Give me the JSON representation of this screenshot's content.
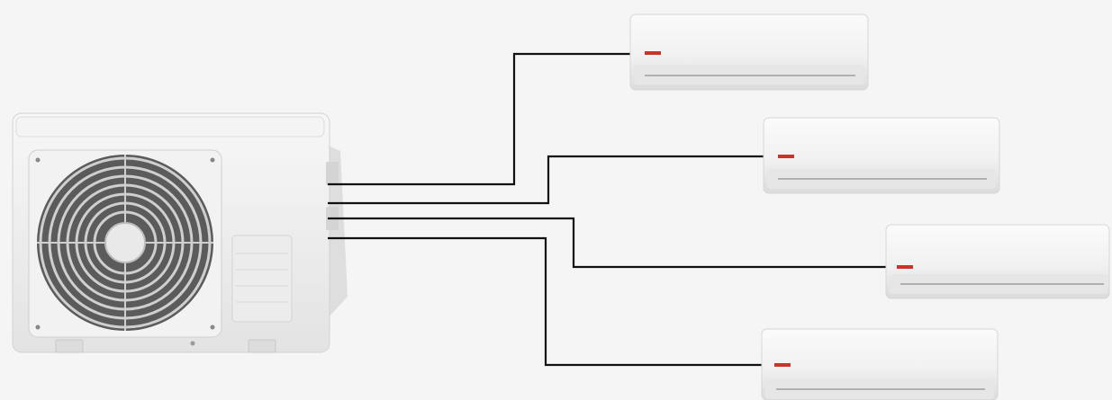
{
  "scene": {
    "description_colors": {
      "background": "#f5f5f5",
      "unit_body": "#ececec",
      "unit_shadow": "#d9d9d9",
      "pipe": "#111111",
      "logo_accent": "#c9332c"
    },
    "outdoor_unit": {
      "icon": "fan-grille-icon"
    },
    "indoor_units": [
      {
        "id": "indoor-unit-1"
      },
      {
        "id": "indoor-unit-2"
      },
      {
        "id": "indoor-unit-3"
      },
      {
        "id": "indoor-unit-4"
      }
    ]
  }
}
